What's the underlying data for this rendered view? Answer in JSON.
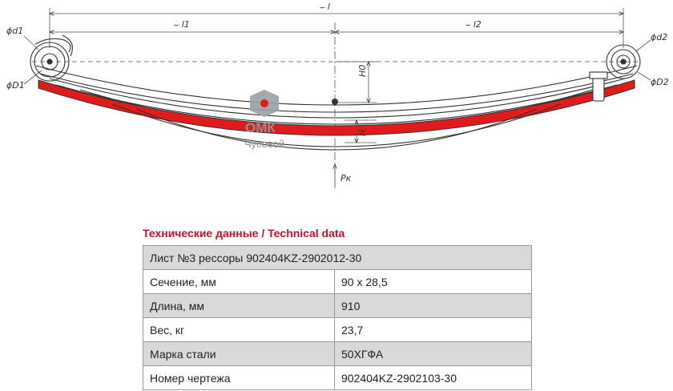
{
  "drawing": {
    "label_total_length": "⌣ l",
    "label_l1": "⌣ l1",
    "label_l2": "⌣ l2",
    "label_d1": "ϕd1",
    "label_D1": "ϕD1",
    "label_d2": "ϕd2",
    "label_D2": "ϕD2",
    "label_H0": "H0",
    "label_H": "H",
    "label_Pk": "Pк",
    "leaf_highlight_color": "#e01b1b",
    "logo_text": "ОМК",
    "logo_subtext": "Чусовой"
  },
  "table": {
    "title": "Технические данные / Technical data",
    "header": "Лист №3 рессоры 902404KZ-2902012-30",
    "rows": [
      {
        "label": "Сечение, мм",
        "value": "90 х 28,5"
      },
      {
        "label": "Длина, мм",
        "value": "910"
      },
      {
        "label": "Вес, кг",
        "value": "23,7"
      },
      {
        "label": "Марка стали",
        "value": "50ХГФА"
      },
      {
        "label": "Номер чертежа",
        "value": "902404KZ-2902103-30"
      }
    ]
  }
}
